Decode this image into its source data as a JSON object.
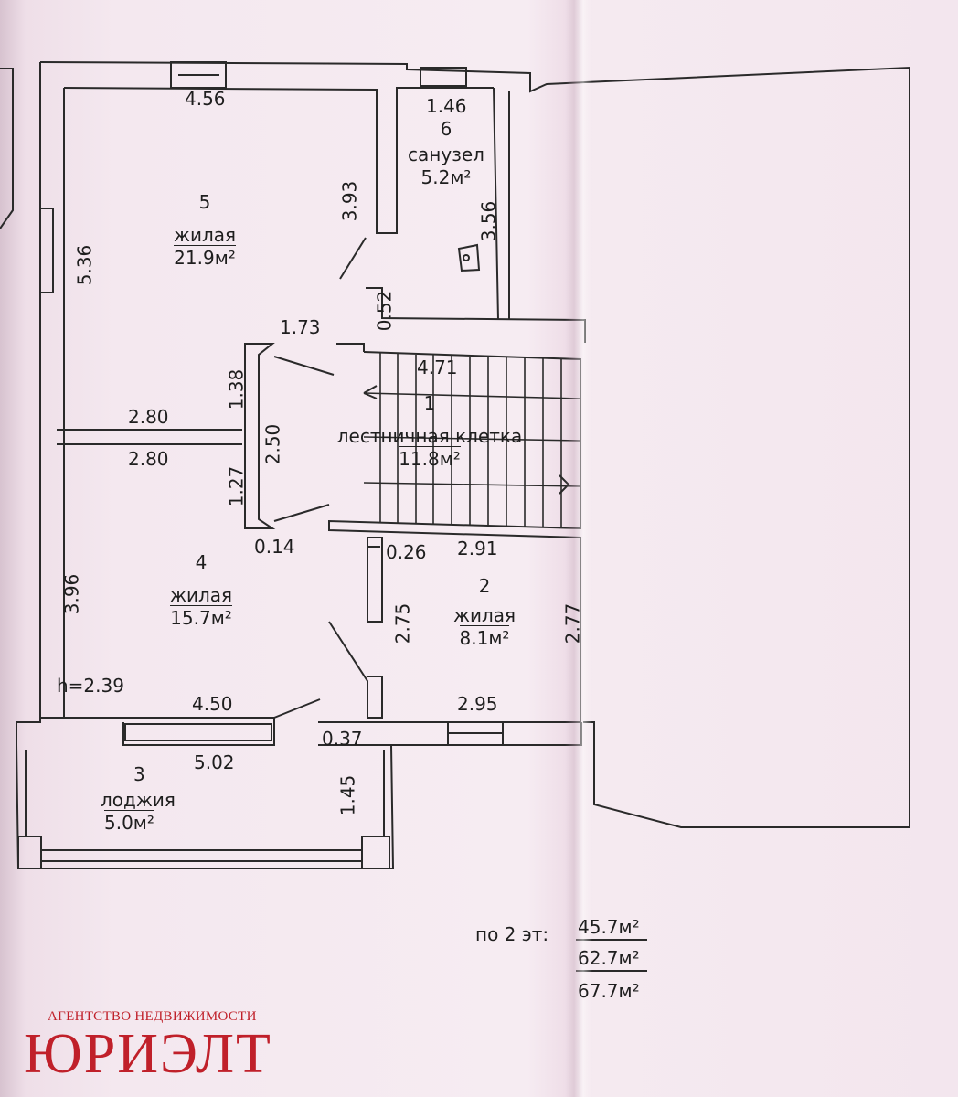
{
  "rooms": [
    {
      "num": "5",
      "type": "жилая",
      "area": "21.9м²"
    },
    {
      "num": "6",
      "type": "санузел",
      "area": "5.2м²"
    },
    {
      "num": "1",
      "type": "лестничная клетка",
      "area": "11.8м²"
    },
    {
      "num": "4",
      "type": "жилая",
      "area": "15.7м²"
    },
    {
      "num": "2",
      "type": "жилая",
      "area": "8.1м²"
    },
    {
      "num": "3",
      "type": "лоджия",
      "area": "5.0м²"
    }
  ],
  "dims": {
    "d456": "4.56",
    "d146": "1.46",
    "d393": "3.93",
    "d356": "3.56",
    "d536": "5.36",
    "d052": "0.52",
    "d173": "1.73",
    "d471": "4.71",
    "d138": "1.38",
    "d280a": "2.80",
    "d280b": "2.80",
    "d250": "2.50",
    "d127": "1.27",
    "d014": "0.14",
    "d026": "0.26",
    "d291": "2.91",
    "d396": "3.96",
    "d275": "2.75",
    "d277": "2.77",
    "h": "h=2.39",
    "d450": "4.50",
    "d295": "2.95",
    "d037": "0.37",
    "d502": "5.02",
    "d145": "1.45"
  },
  "totals": {
    "label": "по 2 эт:",
    "t1": "45.7м²",
    "t2": "62.7м²",
    "t3": "67.7м²"
  },
  "brand": {
    "tagline": "АГЕНТСТВО НЕДВИЖИМОСТИ",
    "name": "ЮРИЭЛТ",
    "color": "#c0202a"
  }
}
